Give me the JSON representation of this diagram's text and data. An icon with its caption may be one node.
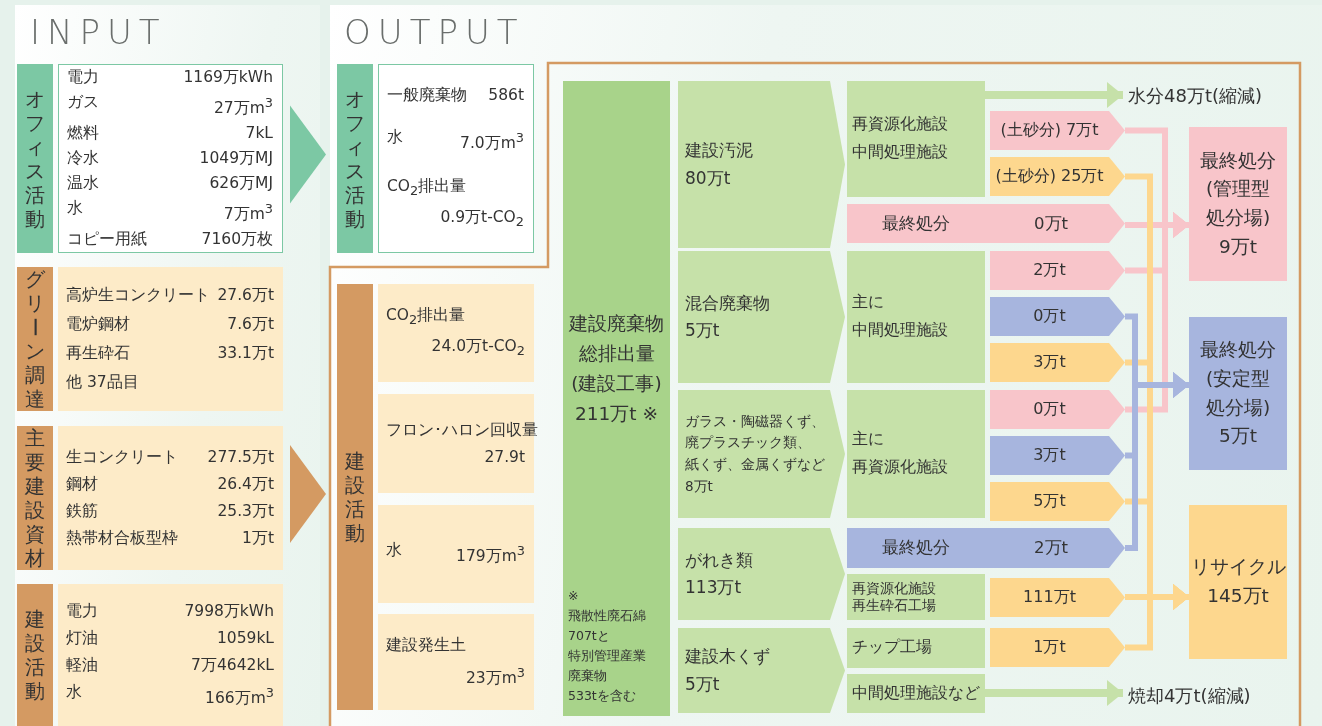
{
  "diagram": {
    "labels": [
      "INPUT",
      "OUTPUT"
    ],
    "nodes": [
      {
        "text": [
          "オフィス活動"
        ]
      },
      {
        "text": [
          "電力 1169万kWh",
          "ガス 27万m$^{3}$",
          "燃料 7kL",
          "冷水 1049万MJ",
          "温水 626万MJ",
          "水 7万m$^{3}$",
          "コピー用紙 7160万枚"
        ]
      },
      {
        "text": [
          "グリーン調達"
        ]
      },
      {
        "text": [
          "高炉生コンクリート 27.6万t",
          "電炉鋼材 7.6万t",
          "再生砕石 33.1万t",
          "他 37品目"
        ]
      },
      {
        "text": [
          "主要建設資材"
        ]
      },
      {
        "text": [
          "生コンクリート 277.5万t",
          "鋼材 26.4万t",
          "鉄筋 25.3万t",
          "熱帯材合板型枠 1万t"
        ]
      },
      {
        "text": [
          "建設活動"
        ]
      },
      {
        "text": [
          "電力 7998万kWh",
          "灯油 1059kL",
          "軽油 7万4642kL",
          "水 166万m$^{3}$"
        ]
      },
      {
        "text": [
          "オフィス活動"
        ]
      },
      {
        "text": [
          "一般廃棄物 586t",
          "水 7.0万m$^{3}$",
          "CO$_{2}$排出量 0.9万t-CO$_{2}$"
        ]
      },
      {
        "text": [
          "建設活動"
        ]
      },
      {
        "text": [
          "CO$_{2}$排出量 24.0万t-CO$_{2}$"
        ]
      },
      {
        "text": [
          "フロン･ハロン回収量 27.9t"
        ]
      },
      {
        "text": [
          "水 179万m$^{3}$"
        ]
      },
      {
        "text": [
          "建設発生土 23万m$^{3}$"
        ]
      },
      {
        "text": [
          "建設廃棄物総排出量(建設工事)211万t ※",
          "※飛散性廃石綿707tと特別管理産業廃棄物533tを含む"
        ]
      },
      {
        "text": [
          "建設汚泥80万t"
        ]
      },
      {
        "text": [
          "混合廃棄物5万t"
        ]
      },
      {
        "text": [
          "ガラス・陶磁器くず、廃プラスチック類、紙くず、金属くずなど8万t"
        ]
      },
      {
        "text": [
          "がれき類113万t"
        ]
      },
      {
        "text": [
          "建設木くず5万t"
        ]
      },
      {
        "text": [
          "再資源化施設中間処理施設"
        ]
      },
      {
        "text": [
          "最終処分",
          "0万t"
        ]
      },
      {
        "text": [
          "主に中間処理施設"
        ]
      },
      {
        "text": [
          "主に再資源化施設"
        ]
      },
      {
        "text": [
          "最終処分",
          "2万t"
        ]
      },
      {
        "text": [
          "再資源化施設再生砕石工場"
        ]
      },
      {
        "text": [
          "チップ工場"
        ]
      },
      {
        "text": [
          "中間処理施設など"
        ]
      },
      {
        "text": [
          "(土砂分) 7万t"
        ]
      },
      {
        "text": [
          "(土砂分) 25万t"
        ]
      },
      {
        "text": [
          "2万t"
        ]
      },
      {
        "text": [
          "0万t"
        ]
      },
      {
        "text": [
          "3万t"
        ]
      },
      {
        "text": [
          "0万t"
        ]
      },
      {
        "text": [
          "3万t"
        ]
      },
      {
        "text": [
          "5万t"
        ]
      },
      {
        "text": [
          "111万t"
        ]
      },
      {
        "text": [
          "1万t"
        ]
      },
      {
        "text": [
          "水分48万t(縮減)"
        ]
      },
      {
        "text": [
          "最終処分(管理型処分場)9万t"
        ]
      },
      {
        "text": [
          "最終処分(安定型処分場)5万t"
        ]
      },
      {
        "text": [
          "リサイクル145万t"
        ]
      },
      {
        "text": [
          "焼却4万t(縮減)"
        ]
      }
    ],
    "edges": [
      {
        "from": 1,
        "to": 8,
        "arrow": "to",
        "style": "thick",
        "color": "#7cc8a4"
      },
      {
        "from": 5,
        "to": 10,
        "arrow": "to",
        "style": "thick",
        "color": "#d49a62"
      },
      {
        "from": 21,
        "to": 39,
        "arrow": "to",
        "color": "#c6e1a9"
      },
      {
        "from": 28,
        "to": 43,
        "arrow": "to",
        "color": "#c6e1a9"
      },
      {
        "from": 29,
        "to": 40,
        "arrow": "to",
        "color": "#f8c5ca"
      },
      {
        "from": 22,
        "to": 40,
        "arrow": "to",
        "color": "#f8c5ca"
      },
      {
        "from": 31,
        "to": 40,
        "arrow": "to",
        "color": "#f8c5ca"
      },
      {
        "from": 34,
        "to": 40,
        "arrow": "to",
        "color": "#f8c5ca"
      },
      {
        "from": 32,
        "to": 41,
        "arrow": "to",
        "color": "#a7b5de"
      },
      {
        "from": 35,
        "to": 41,
        "arrow": "to",
        "color": "#a7b5de"
      },
      {
        "from": 25,
        "to": 41,
        "arrow": "to",
        "color": "#a7b5de"
      },
      {
        "from": 30,
        "to": 42,
        "arrow": "to"
      },
      {
        "from": 33,
        "to": 42,
        "arrow": "to"
      },
      {
        "from": 36,
        "to": 42,
        "arrow": "to"
      },
      {
        "from": 37,
        "to": 42,
        "arrow": "to"
      },
      {
        "from": 38,
        "to": 42,
        "arrow": "to"
      }
    ]
  }
}
